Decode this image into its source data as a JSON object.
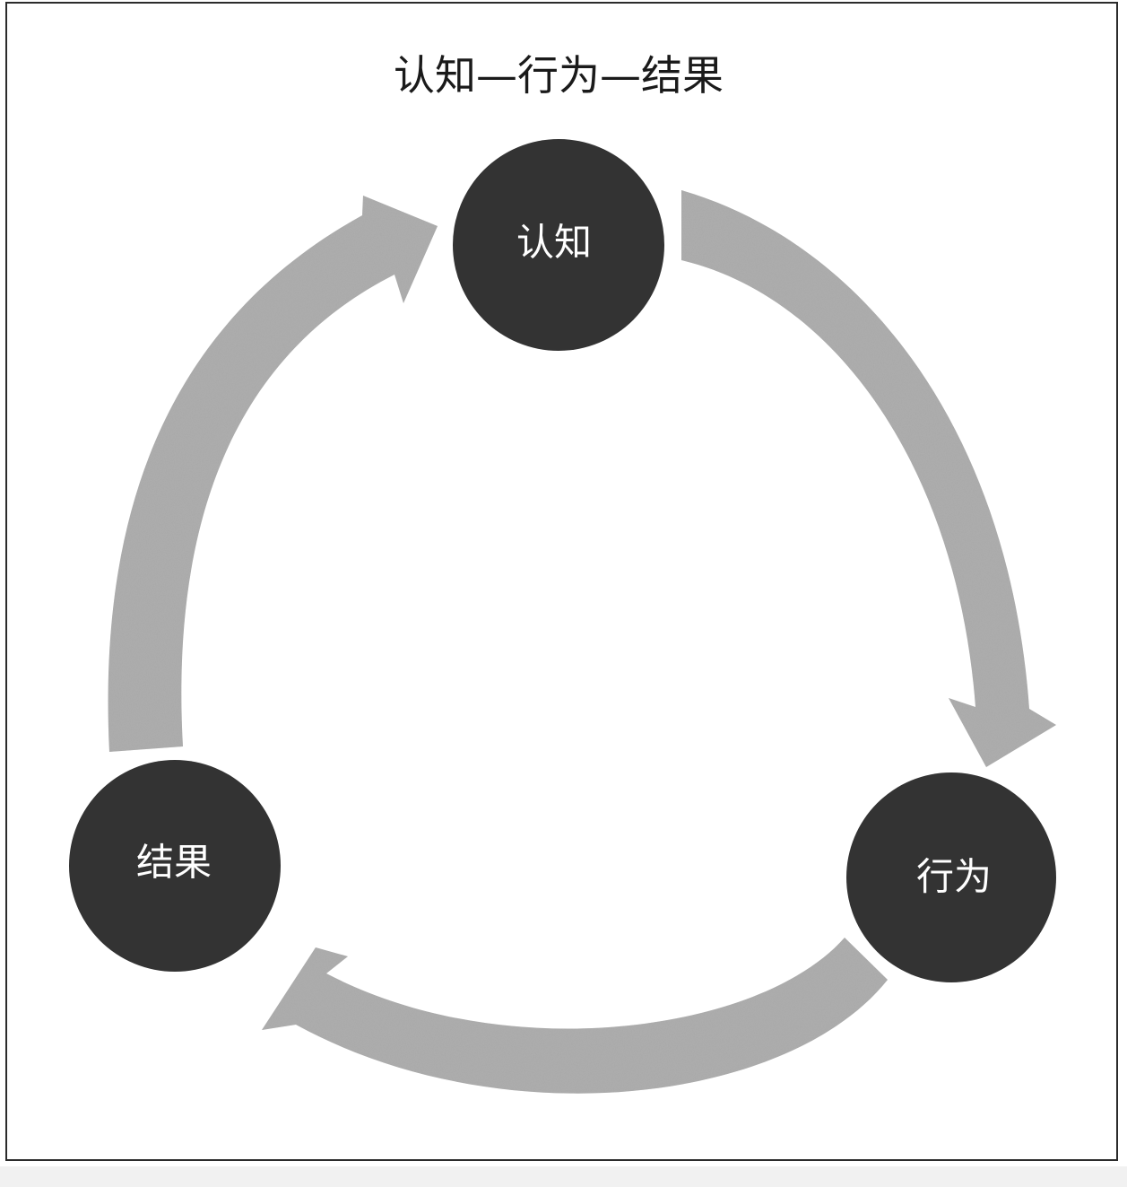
{
  "diagram": {
    "title": "认知—行为—结果",
    "nodes": [
      {
        "id": "cognition",
        "label": "认知"
      },
      {
        "id": "behavior",
        "label": "行为"
      },
      {
        "id": "result",
        "label": "结果"
      }
    ],
    "edges": [
      {
        "from": "认知",
        "to": "行为"
      },
      {
        "from": "行为",
        "to": "结果"
      },
      {
        "from": "结果",
        "to": "认知"
      }
    ],
    "colors": {
      "node_fill": "#333333",
      "node_label": "#ffffff",
      "arrow_fill": "#a9a9a9",
      "frame_border": "#2b2b2b",
      "title_text": "#1a1a1a"
    }
  }
}
